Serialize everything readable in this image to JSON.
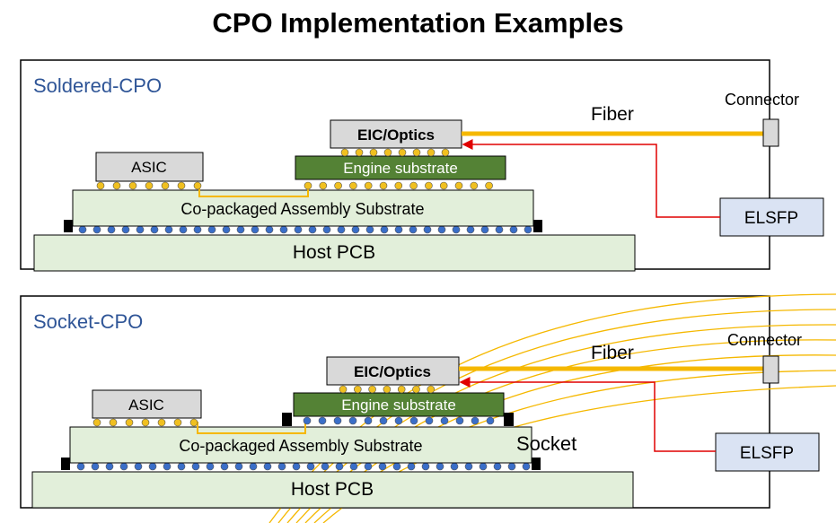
{
  "title": "CPO Implementation Examples",
  "colors": {
    "fiber": "#f5b800",
    "ball": "#f0c020",
    "ball_blue": "#3a6ec8",
    "engine": "#548235",
    "substrate": "#e2efda",
    "chip": "#d9d9d9",
    "elsfp": "#dae3f3",
    "laser_line": "#e00000",
    "section_label": "#2f5597"
  },
  "panels": [
    {
      "name": "Soldered-CPO",
      "fiber_label": "Fiber",
      "connector_label": "Connector",
      "eic_label": "EIC/Optics",
      "engine_label": "Engine substrate",
      "asic_label": "ASIC",
      "substrate_label": "Co-packaged Assembly Substrate",
      "pcb_label": "Host PCB",
      "elsfp_label": "ELSFP"
    },
    {
      "name": "Socket-CPO",
      "fiber_label": "Fiber",
      "connector_label": "Connector",
      "eic_label": "EIC/Optics",
      "engine_label": "Engine substrate",
      "asic_label": "ASIC",
      "substrate_label": "Co-packaged Assembly Substrate",
      "socket_label": "Socket",
      "pcb_label": "Host PCB",
      "elsfp_label": "ELSFP"
    }
  ]
}
